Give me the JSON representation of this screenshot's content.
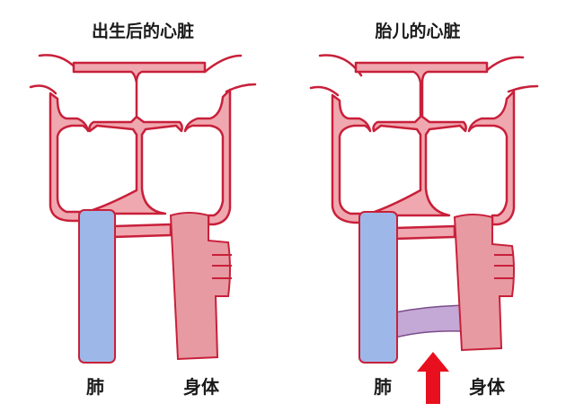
{
  "panels": [
    {
      "title": "出生后的心脏",
      "labels": {
        "left": "肺",
        "right": "身体"
      },
      "ductus_arteriosus": false
    },
    {
      "title": "胎儿的心脏",
      "labels": {
        "left": "肺",
        "right": "身体"
      },
      "ductus_arteriosus": true,
      "arrow": "up"
    }
  ],
  "colors": {
    "outline": "#c8203a",
    "heart_fill": "#f0a8b0",
    "pulmonary_artery": "#9db8e8",
    "aorta": "#e79aa2",
    "ductus": "#c4a8d6",
    "arrow": "#e8101e"
  }
}
